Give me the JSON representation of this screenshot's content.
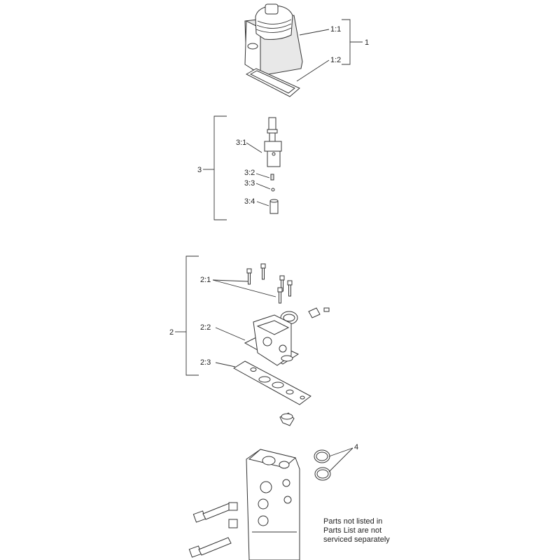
{
  "callouts": {
    "c1": "1",
    "c1_1": "1:1",
    "c1_2": "1:2",
    "c3": "3",
    "c3_1": "3:1",
    "c3_2": "3:2",
    "c3_3": "3:3",
    "c3_4": "3:4",
    "c2": "2",
    "c2_1": "2:1",
    "c2_2": "2:2",
    "c2_3": "2:3",
    "c4": "4"
  },
  "note": {
    "line1": "Parts not listed in",
    "line2": "Parts List are not",
    "line3": "serviced separately"
  }
}
